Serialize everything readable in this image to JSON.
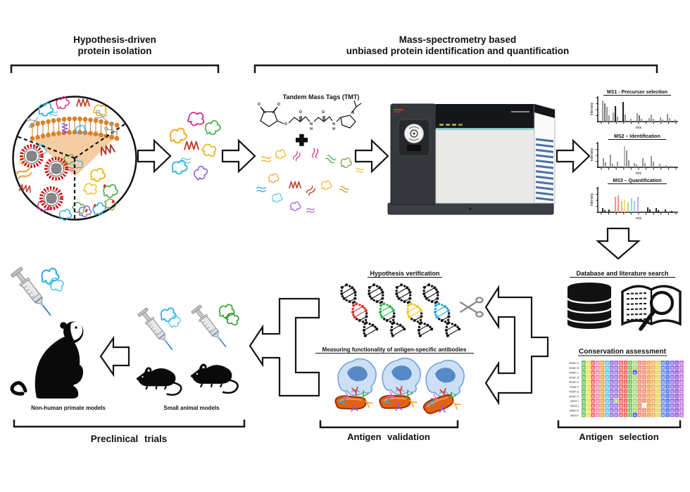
{
  "colors": {
    "arrow_stroke": "#141414",
    "membrane": "#E8821E",
    "virus": "#CC1212",
    "cell_fill": "#CCE0F5",
    "cell_stroke": "#6FA3DC",
    "nucleus": "#4A7FC1",
    "bacteria_fill": "#E2620F",
    "bacteria_stroke": "#9E2B07",
    "antibody_palette": [
      "#E86AA0",
      "#D93025",
      "#3BAA35",
      "#29ABE2",
      "#F5A623",
      "#8E5BD8"
    ],
    "protein_palette": [
      "#F5A623",
      "#D9308C",
      "#4CAF50",
      "#C0392B",
      "#E8B00A",
      "#29ABE2",
      "#8E5BD8",
      "#5BC8E8",
      "#7A9E3B",
      "#F2C51D"
    ]
  },
  "sections": {
    "protein_isolation": {
      "title1": "Hypothesis-driven",
      "title2": "protein isolation"
    },
    "ms_top": {
      "title1": "Mass-spectrometry based",
      "title2": "unbiased protein identification and quantification",
      "tmt_label": "Tandem Mass Tags (TMT)",
      "tmt_atoms": [
        "O",
        "O",
        "O",
        "O",
        "N",
        "H",
        "O",
        "N",
        "H",
        "N"
      ]
    },
    "antigen_selection": {
      "database_title": "Database and literature search",
      "conservation_title": "Conservation assessment",
      "caption": "Antigen selection",
      "alignment": {
        "strains": [
          "strain a",
          "strain b",
          "strain c",
          "strain d",
          "strain e",
          "strain f",
          "strain g",
          "strain h",
          "strain i",
          "strain j",
          "strain k",
          "strain l"
        ],
        "consensus": "MAKEPHEEKIYDSTIGTNTESN",
        "col_colors": [
          "#6BBE5E",
          "#EFE04E",
          "#ED6A6A",
          "#F08BB0",
          "#F2A24F",
          "#62CDE3",
          "#9A70E0",
          "#8F7BE8",
          "#EE6B6B",
          "#EC7067",
          "#76C765",
          "#A5DB72",
          "#F08C74",
          "#F2937F",
          "#F2A85C",
          "#EFB25C",
          "#E8D95A",
          "#6B8BE8",
          "#5B7BE8",
          "#9A70E0",
          "#8F60D8",
          "#C875D8"
        ],
        "variants": [
          {
            "row": 2,
            "col": 11,
            "letter": "B",
            "color": "#4A5BD8"
          },
          {
            "row": 8,
            "col": 7,
            "letter": "A",
            "color": "#A5DB72"
          },
          {
            "row": 9,
            "col": 13,
            "letter": "-",
            "color": "#FFFFFF",
            "text": "#333333"
          },
          {
            "row": 11,
            "col": 11,
            "letter": "B",
            "color": "#4A5BD8"
          }
        ]
      }
    },
    "antigen_validation": {
      "hypothesis_title": "Hypothesis verification",
      "functionality_title": "Measuring functionality of antigen-specific antibodies",
      "caption": "Antigen validation",
      "dna_colors": [
        "#E02D2D",
        "#2BB34B",
        "#F5C518",
        "#29ABE2"
      ]
    },
    "preclinical": {
      "nhp_label": "Non-human primate models",
      "small_label": "Small animal models",
      "caption": "Preclinical trials"
    }
  },
  "chart_data": [
    {
      "type": "bar",
      "title": "MS1 - Precursor selection",
      "xlabel": "m/z",
      "ylabel": "Intensity",
      "bars": [
        [
          4,
          30,
          "#999999"
        ],
        [
          7,
          26,
          "#777777"
        ],
        [
          10,
          21,
          "#999999"
        ],
        [
          13,
          9,
          "#999999"
        ],
        [
          19,
          13,
          "#999999"
        ],
        [
          22,
          22,
          "#222222"
        ],
        [
          25,
          7,
          "#999999"
        ],
        [
          33,
          28,
          "#222222"
        ],
        [
          36,
          10,
          "#999999"
        ],
        [
          44,
          4,
          "#999999"
        ],
        [
          53,
          12,
          "#999999"
        ],
        [
          56,
          9,
          "#777777"
        ],
        [
          59,
          4,
          "#999999"
        ],
        [
          70,
          5,
          "#999999"
        ],
        [
          73,
          10,
          "#999999"
        ],
        [
          76,
          4,
          "#999999"
        ],
        [
          86,
          6,
          "#999999"
        ],
        [
          89,
          3,
          "#999999"
        ],
        [
          96,
          11,
          "#999999"
        ],
        [
          99,
          5,
          "#999999"
        ],
        [
          107,
          3,
          "#999999"
        ]
      ]
    },
    {
      "type": "bar",
      "title": "MS2 – Identification",
      "xlabel": "m/z",
      "ylabel": "Intensity",
      "bars": [
        [
          5,
          13,
          "#999999"
        ],
        [
          8,
          7,
          "#999999"
        ],
        [
          15,
          18,
          "#999999"
        ],
        [
          18,
          5,
          "#999999"
        ],
        [
          25,
          8,
          "#999999"
        ],
        [
          35,
          30,
          "#bbbbbb"
        ],
        [
          38,
          24,
          "#999999"
        ],
        [
          41,
          10,
          "#999999"
        ],
        [
          49,
          6,
          "#999999"
        ],
        [
          52,
          4,
          "#999999"
        ],
        [
          61,
          13,
          "#999999"
        ],
        [
          64,
          6,
          "#999999"
        ],
        [
          73,
          16,
          "#999999"
        ],
        [
          76,
          8,
          "#999999"
        ],
        [
          85,
          5,
          "#999999"
        ],
        [
          94,
          3,
          "#999999"
        ],
        [
          102,
          2,
          "#999999"
        ]
      ]
    },
    {
      "type": "bar",
      "title": "MS3 – Quantification",
      "xlabel": "m/z",
      "ylabel": "Intensity",
      "bars": [
        [
          4,
          6,
          "#333333"
        ],
        [
          7,
          3,
          "#333333"
        ],
        [
          13,
          4,
          "#333333"
        ],
        [
          22,
          22,
          "#F4948C"
        ],
        [
          26,
          24,
          "#F4948C"
        ],
        [
          31,
          16,
          "#F7B97E"
        ],
        [
          35,
          18,
          "#F7DC85"
        ],
        [
          40,
          14,
          "#AEDB8F"
        ],
        [
          45,
          20,
          "#9FD0EE"
        ],
        [
          49,
          16,
          "#9FD0EE"
        ],
        [
          54,
          22,
          "#C3A8E8"
        ],
        [
          68,
          7,
          "#333333"
        ],
        [
          71,
          4,
          "#333333"
        ],
        [
          80,
          6,
          "#333333"
        ],
        [
          83,
          3,
          "#333333"
        ],
        [
          93,
          4,
          "#333333"
        ],
        [
          102,
          2,
          "#333333"
        ]
      ]
    }
  ]
}
